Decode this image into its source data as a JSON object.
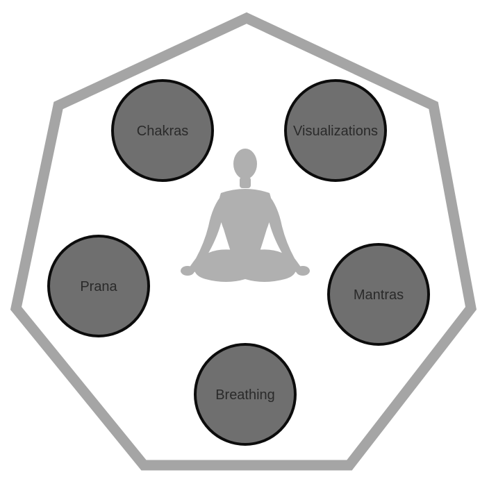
{
  "diagram": {
    "nodes": [
      {
        "id": "chakras",
        "label": "Chakras"
      },
      {
        "id": "visualizations",
        "label": "Visualizations"
      },
      {
        "id": "prana",
        "label": "Prana"
      },
      {
        "id": "mantras",
        "label": "Mantras"
      },
      {
        "id": "breathing",
        "label": "Breathing"
      }
    ],
    "colors": {
      "frame": "#a5a5a5",
      "node_fill": "#6f6f6f",
      "node_stroke": "#0c0c0c",
      "figure": "#b0b0b0",
      "label": "#2a2a2a",
      "background": "#ffffff"
    },
    "center_icon": "meditating-person-icon"
  }
}
